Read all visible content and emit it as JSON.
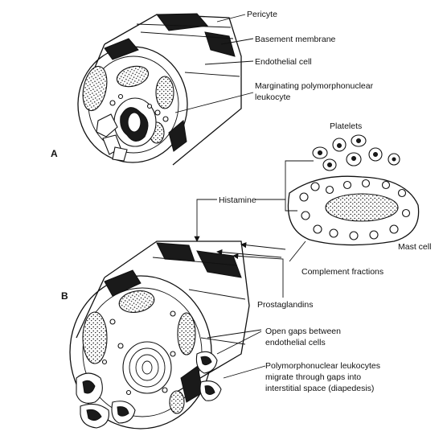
{
  "panels": {
    "a": "A",
    "b": "B"
  },
  "labels_a": {
    "pericyte": "Pericyte",
    "basement_membrane": "Basement membrane",
    "endothelial_cell": "Endothelial cell",
    "marginating_1": "Marginating polymorphonuclear",
    "marginating_2": "leukocyte"
  },
  "labels_b": {
    "platelets": "Platelets",
    "histamine": "Histamine",
    "mast_cell": "Mast cell",
    "complement": "Complement fractions",
    "prostaglandins": "Prostaglandins",
    "gaps_1": "Open gaps between",
    "gaps_2": "endothelial cells",
    "migrate_1": "Polymorphonuclear leukocytes",
    "migrate_2": "migrate through gaps into",
    "migrate_3": "interstitial space (diapedesis)"
  }
}
